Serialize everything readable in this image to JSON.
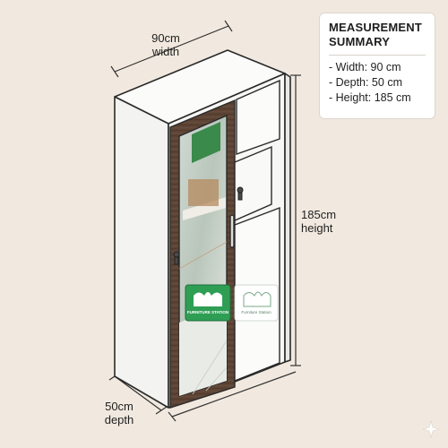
{
  "dimensions": {
    "width_value": "90cm",
    "width_word": "width",
    "height_value": "185cm",
    "height_word": "height",
    "depth_value": "50cm",
    "depth_word": "depth"
  },
  "summary": {
    "title": "MEASUREMENT\nSUMMARY",
    "lines": [
      "- Width: 90 cm",
      "- Depth: 50 cm",
      "- Height: 185 cm"
    ]
  },
  "badges": {
    "green_text": "FURNITURE STATION",
    "white_text": "Furniture Station"
  },
  "colors": {
    "background": "#f1e9df",
    "cabinet_white": "#f7f7f5",
    "wood_frame": "#5e4535",
    "badge_green": "#2f9e55",
    "outline": "#2a2a2a"
  },
  "icons": [
    "key-icon",
    "sparkle-icon"
  ]
}
